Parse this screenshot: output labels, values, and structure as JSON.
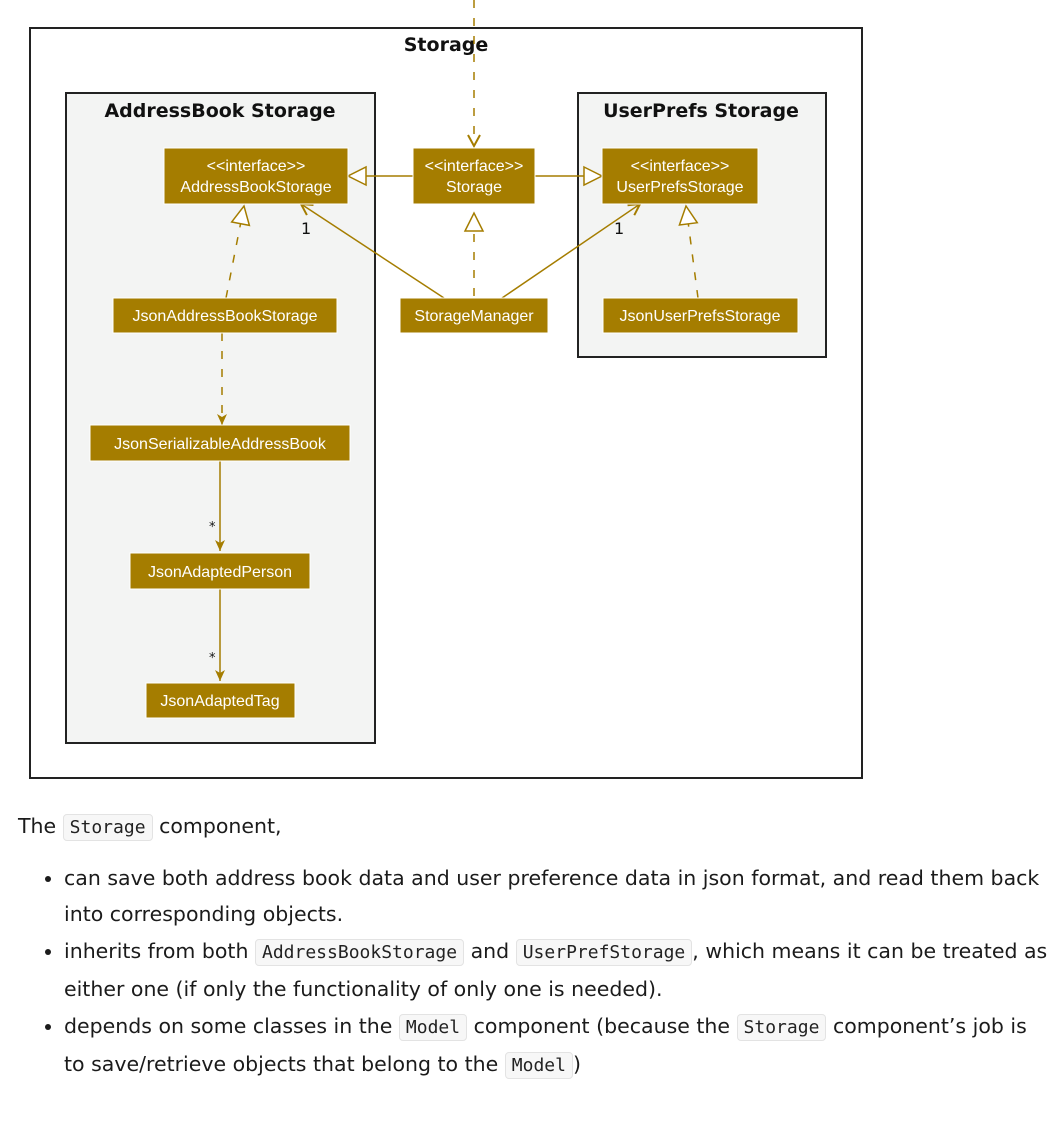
{
  "diagram": {
    "outer_package": "Storage",
    "addressbook_package": "AddressBook Storage",
    "userprefs_package": "UserPrefs Storage",
    "colors": {
      "class_fill": "#a57d00",
      "class_text": "#ffffff",
      "line": "#a57d00",
      "package_fill": "#f3f4f3",
      "border": "#222222"
    },
    "classes": {
      "addressbook_storage": {
        "stereotype": "<<interface>>",
        "name": "AddressBookStorage"
      },
      "storage": {
        "stereotype": "<<interface>>",
        "name": "Storage"
      },
      "userprefs_storage": {
        "stereotype": "<<interface>>",
        "name": "UserPrefsStorage"
      },
      "json_addressbook_storage": {
        "name": "JsonAddressBookStorage"
      },
      "storage_manager": {
        "name": "StorageManager"
      },
      "json_userprefs_storage": {
        "name": "JsonUserPrefsStorage"
      },
      "json_serializable_addressbook": {
        "name": "JsonSerializableAddressBook"
      },
      "json_adapted_person": {
        "name": "JsonAdaptedPerson"
      },
      "json_adapted_tag": {
        "name": "JsonAdaptedTag"
      }
    },
    "multiplicities": {
      "to_addressbook_storage": "1",
      "to_userprefs_storage": "1",
      "to_person": "*",
      "to_tag": "*"
    }
  },
  "text": {
    "intro_prefix": "The",
    "intro_code": "Storage",
    "intro_suffix": "component,",
    "bullets": [
      {
        "text": "can save both address book data and user preference data in json format, and read them back into corresponding objects."
      },
      {
        "part1": "inherits from both",
        "code1": "AddressBookStorage",
        "part2": "and",
        "code2": "UserPrefStorage",
        "part3": ", which means it can be treated as either one (if only the functionality of only one is needed)."
      },
      {
        "part1": "depends on some classes in the",
        "code1": "Model",
        "part2": "component (because the",
        "code2": "Storage",
        "part3": "component’s job is to save/retrieve objects that belong to the",
        "code3": "Model",
        "part4": ")"
      }
    ]
  }
}
